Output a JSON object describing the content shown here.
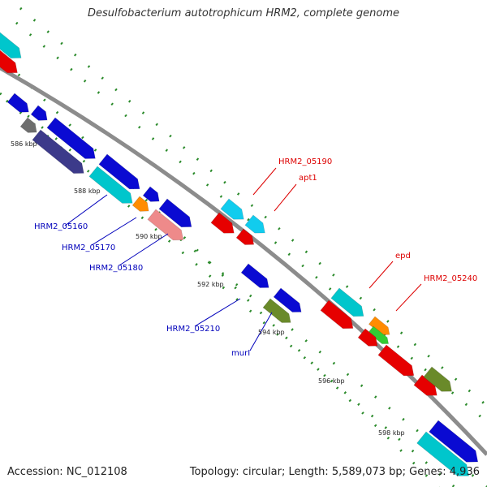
{
  "title": "Desulfobacterium autotrophicum HRM2, complete genome",
  "footer": {
    "accession_label": "Accession:",
    "accession": "NC_012108",
    "topology_label": "Topology:",
    "topology": "circular",
    "length_label": "Length:",
    "length": "5,589,073 bp",
    "genes_label": "Genes:",
    "genes": "4,936"
  },
  "colors": {
    "backbone": "#8c8c8c",
    "ticks": "#2a8a2a",
    "forward_label": "#dd0000",
    "reverse_label": "#0000bb",
    "blue": "#0a0ad2",
    "red": "#e60000",
    "cyan": "#00c6cc",
    "light_cyan": "#11ccee",
    "navy": "#3c3a8a",
    "gray": "#6e6e6e",
    "orange": "#ff8c00",
    "salmon": "#ee8a8a",
    "olive": "#6a8a2a",
    "green": "#33cc33"
  },
  "ruler": [
    {
      "label": "586 kbp"
    },
    {
      "label": "588 kbp"
    },
    {
      "label": "590 kbp"
    },
    {
      "label": "592 kbp"
    },
    {
      "label": "594 kbp"
    },
    {
      "label": "596 kbp"
    },
    {
      "label": "598 kbp"
    }
  ],
  "genes": [
    {
      "name": "HRM2_05160",
      "strand": "reverse",
      "labeled": true
    },
    {
      "name": "HRM2_05170",
      "strand": "reverse",
      "labeled": true
    },
    {
      "name": "HRM2_05180",
      "strand": "reverse",
      "labeled": true
    },
    {
      "name": "HRM2_05190",
      "strand": "forward",
      "labeled": true
    },
    {
      "name": "apt1",
      "strand": "forward",
      "labeled": true
    },
    {
      "name": "HRM2_05210",
      "strand": "reverse",
      "labeled": true
    },
    {
      "name": "murI",
      "strand": "reverse",
      "labeled": true
    },
    {
      "name": "epd",
      "strand": "forward",
      "labeled": true
    },
    {
      "name": "HRM2_05240",
      "strand": "forward",
      "labeled": true
    }
  ]
}
